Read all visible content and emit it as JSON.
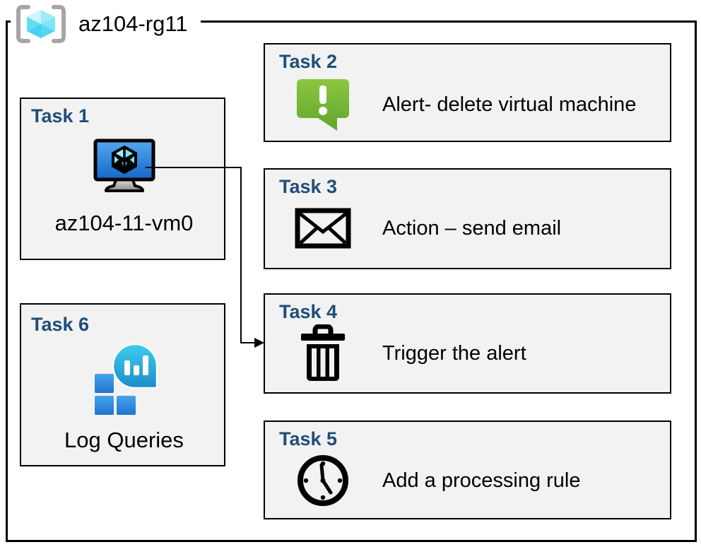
{
  "header": {
    "resource_group_label": "az104-rg11"
  },
  "tasks": {
    "task1": {
      "title": "Task 1",
      "label": "az104-11-vm0",
      "icon": "virtual-machine-icon"
    },
    "task2": {
      "title": "Task 2",
      "label": "Alert- delete virtual machine",
      "icon": "alert-speech-bubble-icon"
    },
    "task3": {
      "title": "Task 3",
      "label": "Action – send email",
      "icon": "email-envelope-icon"
    },
    "task4": {
      "title": "Task 4",
      "label": "Trigger the alert",
      "icon": "trash-icon"
    },
    "task5": {
      "title": "Task 5",
      "label": "Add a processing rule",
      "icon": "clock-icon"
    },
    "task6": {
      "title": "Task 6",
      "label": "Log Queries",
      "icon": "log-analytics-icon"
    }
  },
  "connector": {
    "from": "task1-vm-icon",
    "to": "task4-box"
  },
  "colors": {
    "task_title_navy": "#1F4E79",
    "box_fill": "#F2F2F2",
    "box_border": "#000000",
    "alert_green_top": "#8CC63F",
    "alert_green_bottom": "#5FA62E",
    "vm_screen_top": "#55A8F0",
    "vm_screen_bottom": "#1467C8",
    "vm_cube_cyan": "#8FE6F6",
    "log_teal_top": "#41CCEF",
    "log_teal_bottom": "#1B8DC9",
    "log_square_top": "#45A5EC",
    "log_square_bottom": "#2273CE",
    "rg_cube_cyan_light": "#C9F5FC",
    "rg_cube_cyan": "#4FD4F2",
    "rg_bracket_gray": "#A6A6A6"
  }
}
